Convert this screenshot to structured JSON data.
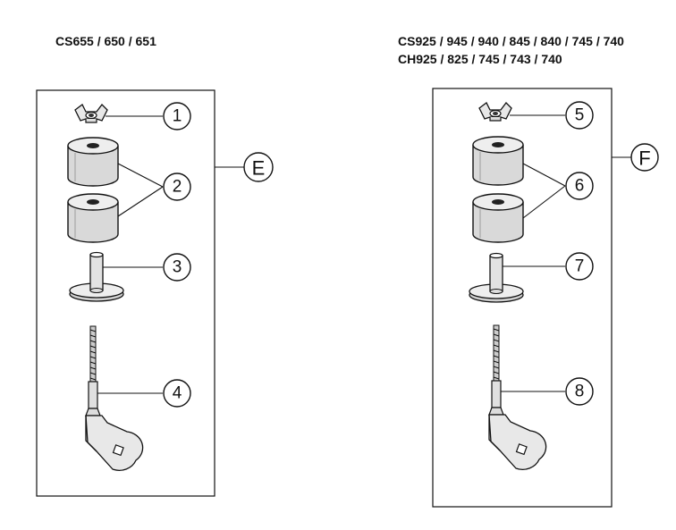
{
  "titles": {
    "left": "CS655 / 650 / 651",
    "right_line1": "CS925 / 945 / 940 / 845 / 840 / 745 / 740",
    "right_line2": "CH925 / 825 / 745 / 743 / 740"
  },
  "groups": {
    "left_label": "E",
    "right_label": "F"
  },
  "callouts": {
    "n1": "1",
    "n2": "2",
    "n3": "3",
    "n4": "4",
    "n5": "5",
    "n6": "6",
    "n7": "7",
    "n8": "8"
  },
  "parts_icons": [
    "wing-nut-icon",
    "rubber-cushion-icon",
    "flanged-collar-icon",
    "mounting-bolt-icon"
  ]
}
